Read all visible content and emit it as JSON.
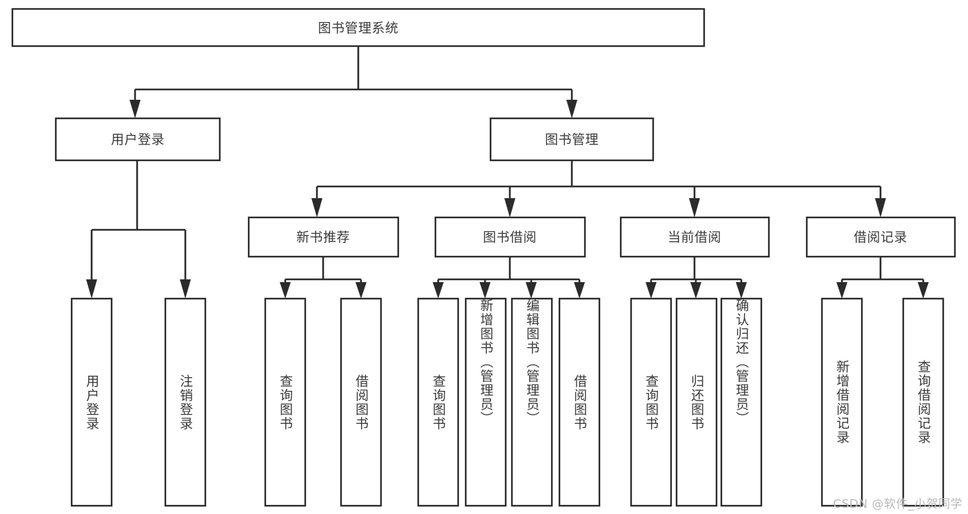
{
  "diagram": {
    "type": "tree",
    "title": "图书管理系统",
    "orientation": "top-down",
    "background_color": "#ffffff",
    "line_color": "#2b2b2b",
    "text_color": "#3a3a3a",
    "root": {
      "label": "图书管理系统"
    },
    "level2": [
      {
        "label": "用户登录"
      },
      {
        "label": "图书管理"
      }
    ],
    "level3": [
      {
        "label": "新书推荐"
      },
      {
        "label": "图书借阅"
      },
      {
        "label": "当前借阅"
      },
      {
        "label": "借阅记录"
      }
    ],
    "leaves": {
      "user_login": [
        {
          "label": "用户登录"
        },
        {
          "label": "注销登录"
        }
      ],
      "new_book_recommend": [
        {
          "label": "查询图书"
        },
        {
          "label": "借阅图书"
        }
      ],
      "book_borrow": [
        {
          "label": "查询图书"
        },
        {
          "label": "新增图书（管理员）"
        },
        {
          "label": "编辑图书（管理员）"
        },
        {
          "label": "借阅图书"
        }
      ],
      "current_borrow": [
        {
          "label": "查询图书"
        },
        {
          "label": "归还图书"
        },
        {
          "label": "确认归还（管理员）"
        }
      ],
      "borrow_record": [
        {
          "label": "新增借阅记录"
        },
        {
          "label": "查询借阅记录"
        }
      ]
    }
  },
  "watermark": {
    "text": "CSDN @软件_小贺同学"
  }
}
